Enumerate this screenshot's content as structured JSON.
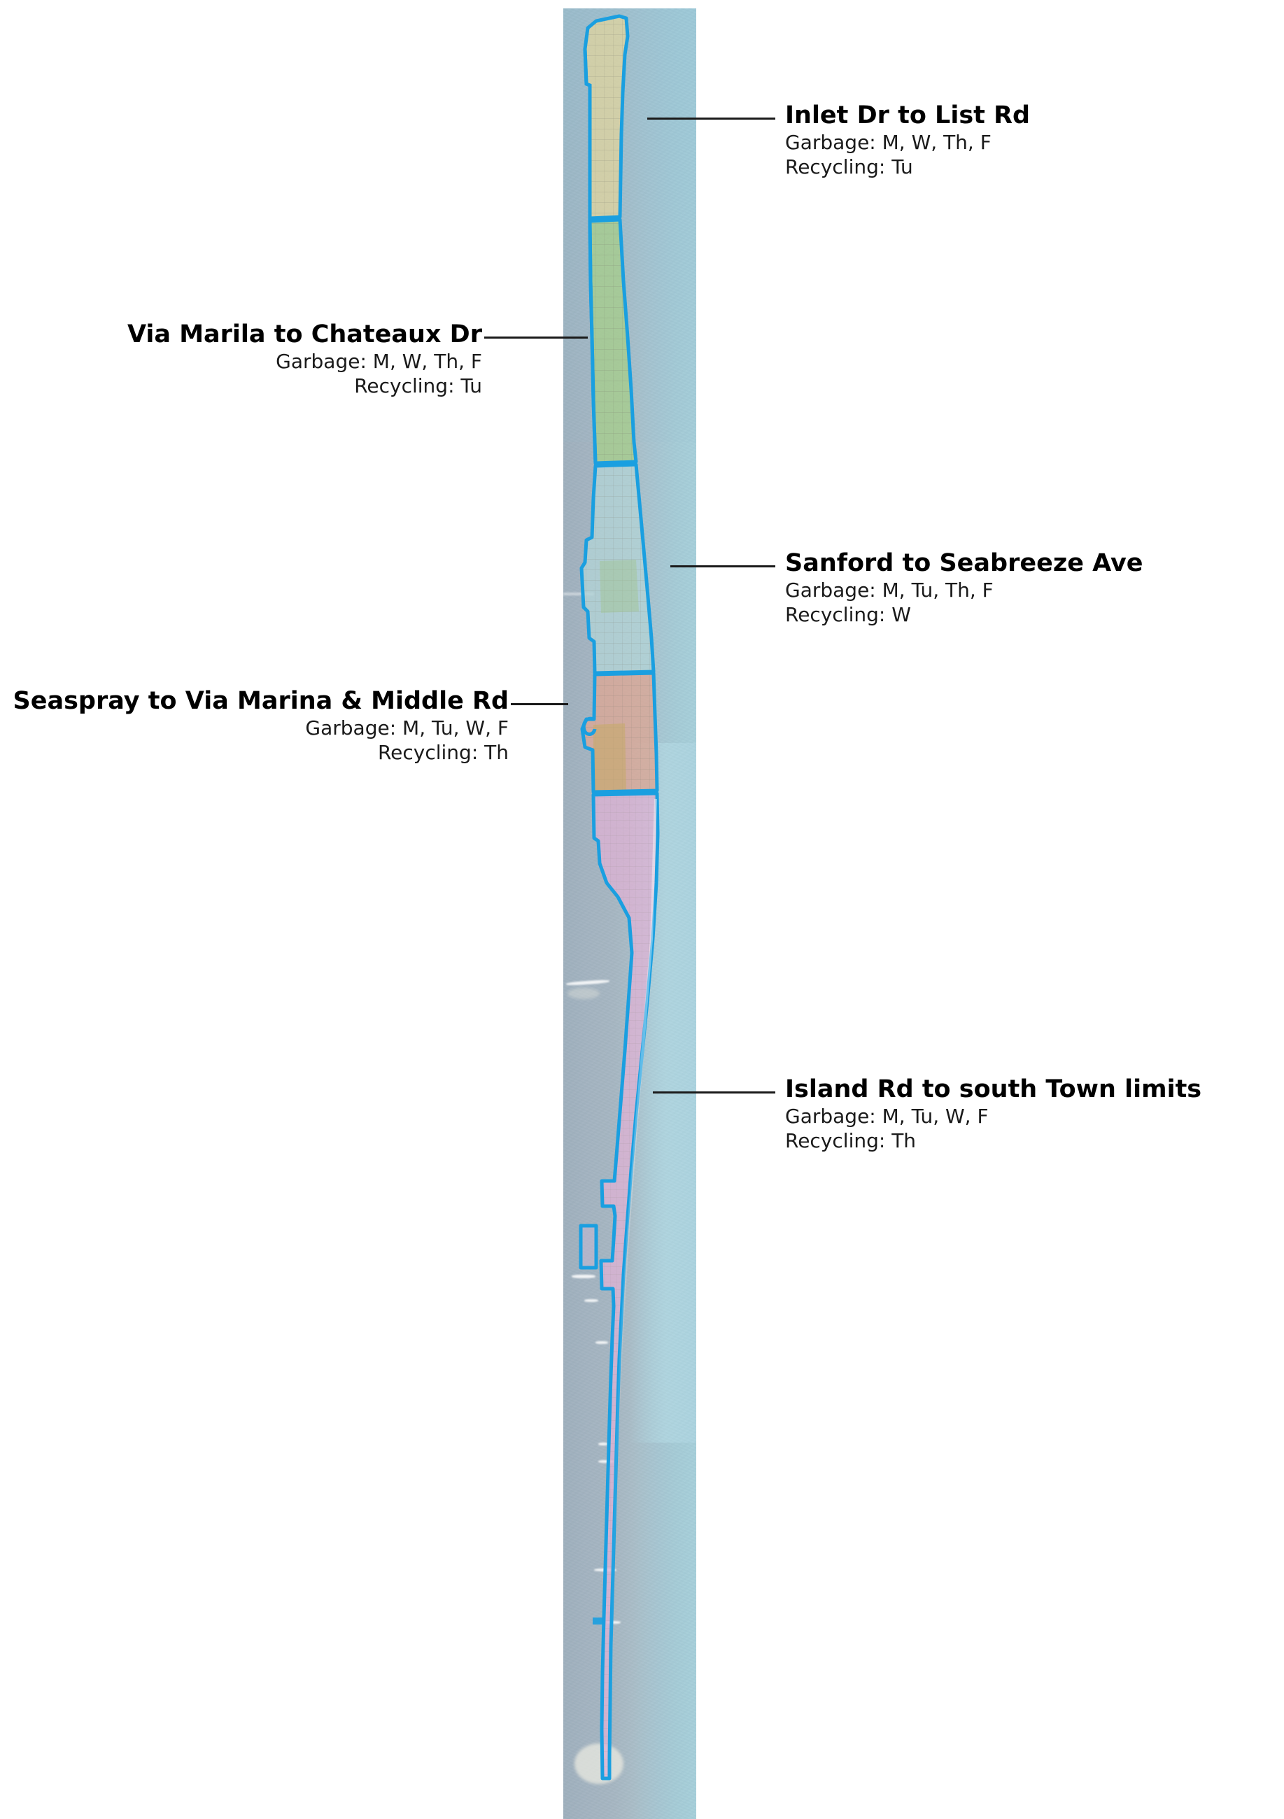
{
  "map": {
    "alt_name": "aerial-satellite-map-of-barrier-island",
    "outline_color": "#1a9fe0",
    "water_bay_color": "#a3b4c1",
    "water_ocean_color": "#a8cdd9",
    "zones": [
      {
        "id": "inlet-dr-to-list-rd",
        "fill": "#dfd6a0",
        "label": "Inlet Dr to List Rd"
      },
      {
        "id": "via-marila-to-chateaux-dr",
        "fill": "#a9cf92",
        "label": "Via Marila to Chateaux Dr"
      },
      {
        "id": "sanford-to-seabreeze-ave",
        "fill": "#b6d6d8",
        "label": "Sanford to Seabreeze Ave"
      },
      {
        "id": "seaspray-to-via-marina",
        "fill": "#dcab97",
        "label": "Seaspray to Via Marina & Middle Rd"
      },
      {
        "id": "seaspray-subblock",
        "fill": "#c9ab6f",
        "label": "Seaspray to Via Marina & Middle Rd"
      },
      {
        "id": "island-rd-to-south-limits",
        "fill": "#dfb4d6",
        "label": "Island Rd to south Town limits"
      }
    ]
  },
  "callouts": [
    {
      "id": "inlet-dr-to-list-rd",
      "title": "Inlet Dr to List Rd",
      "garbage": "Garbage: M, W, Th, F",
      "recycling": "Recycling: Tu",
      "side": "right"
    },
    {
      "id": "via-marila-to-chateaux-dr",
      "title": "Via Marila to Chateaux Dr",
      "garbage": "Garbage: M, W, Th, F",
      "recycling": "Recycling: Tu",
      "side": "left"
    },
    {
      "id": "sanford-to-seabreeze-ave",
      "title": "Sanford to Seabreeze Ave",
      "garbage": "Garbage: M, Tu, Th, F",
      "recycling": "Recycling: W",
      "side": "right"
    },
    {
      "id": "seaspray-to-via-marina-middle-rd",
      "title": "Seaspray to Via Marina & Middle Rd",
      "garbage": "Garbage: M, Tu, W, F",
      "recycling": "Recycling: Th",
      "side": "left"
    },
    {
      "id": "island-rd-to-south-town-limits",
      "title": "Island Rd to south Town limits",
      "garbage": "Garbage: M, Tu, W, F",
      "recycling": "Recycling: Th",
      "side": "right"
    }
  ]
}
